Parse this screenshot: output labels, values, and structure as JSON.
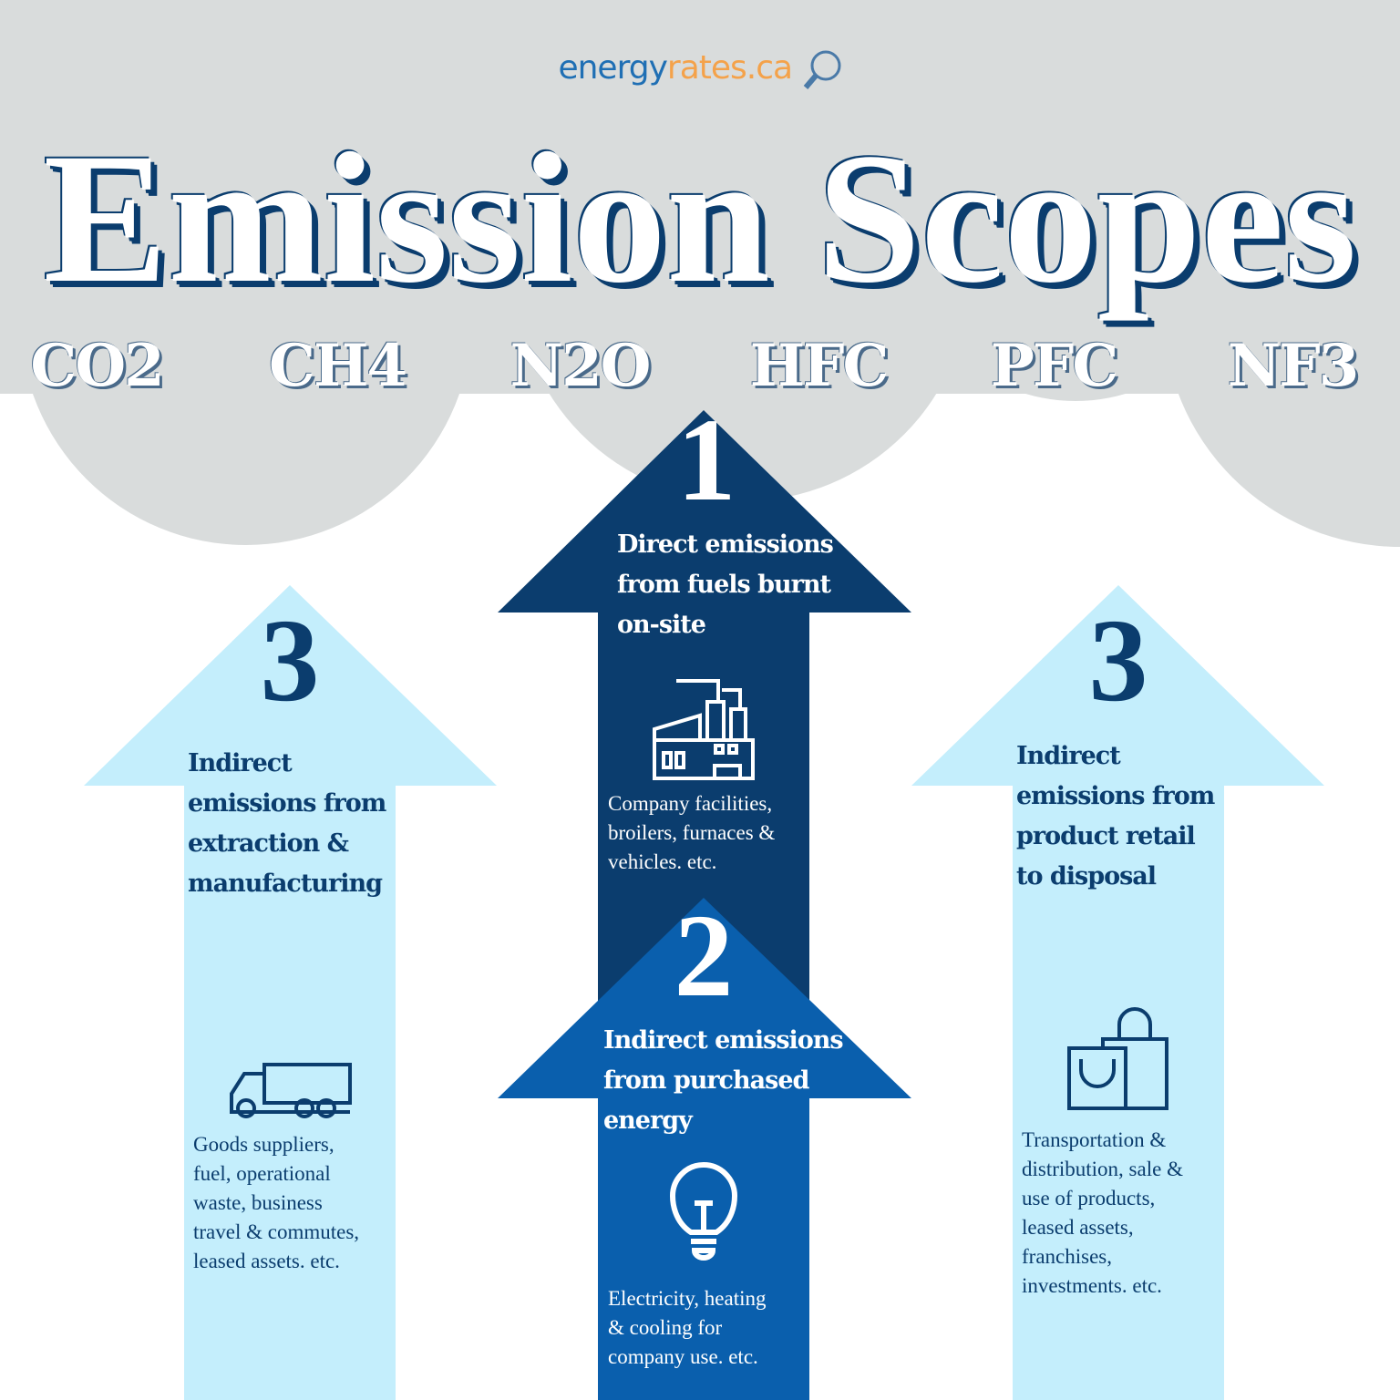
{
  "logo": {
    "part1": "energy",
    "part2": "rates.ca",
    "icon": "magnifier-icon"
  },
  "title": "Emission Scopes",
  "gases": [
    "CO2",
    "CH4",
    "N2O",
    "HFC",
    "PFC",
    "NF3"
  ],
  "colors": {
    "background_gray": "#d9dcdc",
    "scope1": "#0b3d6e",
    "scope2": "#0a5fad",
    "scope3": "#c4eefc"
  },
  "scopes": {
    "scope1": {
      "number": "1",
      "heading": [
        "Direct emissions",
        "from fuels burnt",
        "on-site"
      ],
      "icon": "factory-icon",
      "description": [
        "Company facilities,",
        "broilers, furnaces &",
        "vehicles. etc."
      ]
    },
    "scope2": {
      "number": "2",
      "heading": [
        "Indirect emissions",
        "from purchased",
        "energy"
      ],
      "icon": "lightbulb-icon",
      "description": [
        "Electricity, heating",
        "& cooling for",
        "company use. etc."
      ]
    },
    "scope3_upstream": {
      "number": "3",
      "heading": [
        "Indirect",
        "emissions from",
        "extraction &",
        "manufacturing"
      ],
      "icon": "truck-icon",
      "description": [
        "Goods suppliers,",
        "fuel, operational",
        "waste, business",
        "travel & commutes,",
        "leased assets. etc."
      ]
    },
    "scope3_downstream": {
      "number": "3",
      "heading": [
        "Indirect",
        "emissions from",
        "product retail",
        "to disposal"
      ],
      "icon": "shopping-bags-icon",
      "description": [
        "Transportation &",
        "distribution, sale &",
        "use of products,",
        "leased assets,",
        "franchises,",
        "investments. etc."
      ]
    }
  }
}
